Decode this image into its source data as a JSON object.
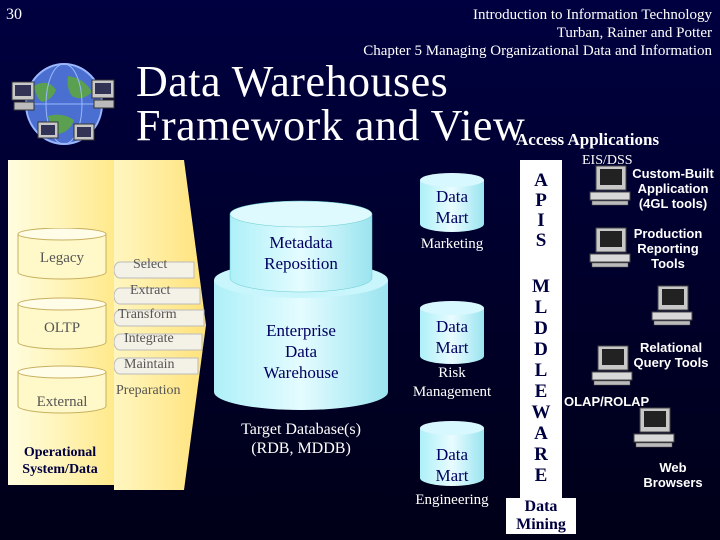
{
  "slide_number": "30",
  "header": {
    "line1": "Introduction to Information Technology",
    "line2": "Turban, Rainer and Potter",
    "line3": "Chapter 5 Managing Organizational Data and Information"
  },
  "title": {
    "line1": "Data Warehouses",
    "line2": "Framework and View"
  },
  "access_applications": "Access  Applications",
  "sources": {
    "items": [
      "Legacy",
      "OLTP",
      "External"
    ],
    "footer_line1": "Operational",
    "footer_line2": "System/Data"
  },
  "process_steps": [
    "Select",
    "Extract",
    "Transform",
    "Integrate",
    "Maintain",
    "Preparation"
  ],
  "metadata": {
    "line1": "Metadata",
    "line2": "Reposition"
  },
  "warehouse": {
    "line1": "Enterprise",
    "line2": "Data",
    "line3": "Warehouse"
  },
  "target": {
    "line1": "Target Database(s)",
    "line2": "(RDB, MDDB)"
  },
  "marts": [
    {
      "line1": "Data",
      "line2": "Mart",
      "label_line1": "Marketing",
      "label_line2": ""
    },
    {
      "line1": "Data",
      "line2": "Mart",
      "label_line1": "Risk",
      "label_line2": "Management"
    },
    {
      "line1": "Data",
      "line2": "Mart",
      "label_line1": "Engineering",
      "label_line2": ""
    }
  ],
  "api_letters": [
    "A",
    "P",
    "I",
    "S"
  ],
  "mddl_letters": [
    "M",
    "L",
    "D",
    "D",
    "L",
    "E",
    "W",
    "A",
    "R",
    "E"
  ],
  "data_mining": {
    "line1": "Data",
    "line2": "Mining"
  },
  "applications": {
    "eis": "EIS/DSS",
    "custom": [
      "Custom-Built",
      "Application",
      "(4GL tools)"
    ],
    "production": [
      "Production",
      "Reporting",
      "Tools"
    ],
    "relational": [
      "Relational",
      "Query Tools"
    ],
    "olap": "OLAP/ROLAP",
    "web": [
      "Web",
      "Browsers"
    ]
  }
}
